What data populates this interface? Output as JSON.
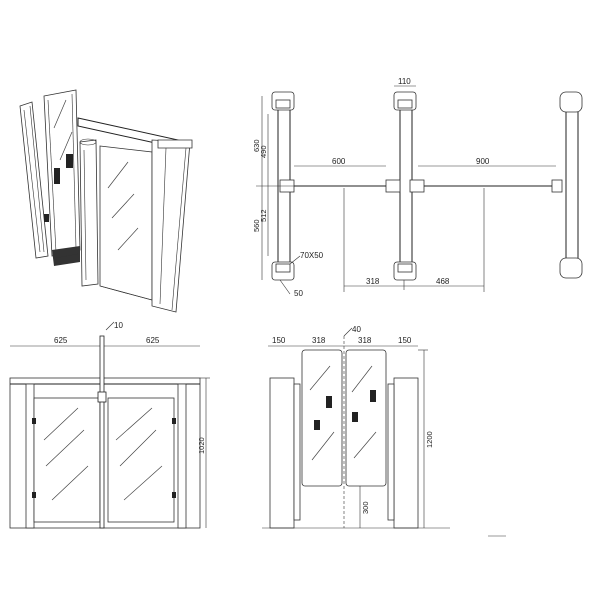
{
  "top_view": {
    "dims": {
      "head_width": "110",
      "gap_left": "600",
      "gap_right": "900",
      "height_upper": "630",
      "height_mid": "490",
      "height_lower": "560",
      "height_lower_inner": "512",
      "bracket": "70X50",
      "small_offset": "50",
      "swing_left": "318",
      "swing_right": "468"
    }
  },
  "front_view_left": {
    "dims": {
      "pole": "10",
      "left_half": "625",
      "right_half": "625",
      "height": "1020"
    }
  },
  "front_view_right": {
    "dims": {
      "gap": "40",
      "side_left": "150",
      "panel_left": "318",
      "panel_right": "318",
      "side_right": "150",
      "height": "1200",
      "bottom_gap": "300"
    }
  }
}
